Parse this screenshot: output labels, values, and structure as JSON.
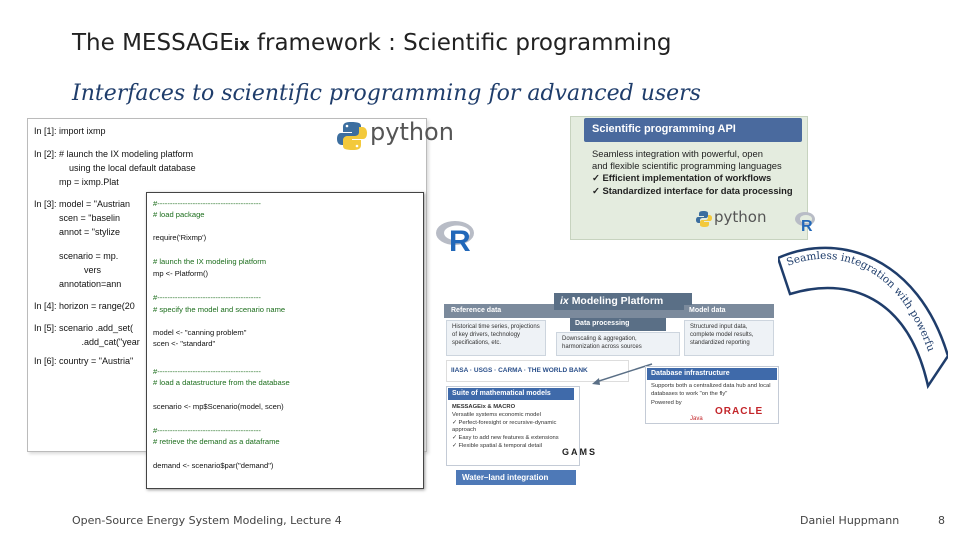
{
  "slide": {
    "title_main": "The MESSAGE",
    "title_sub": "ix",
    "title_rest": " framework : Scientific programming",
    "subtitle": "Interfaces to scientific programming for advanced users"
  },
  "python_notebook": {
    "lines": [
      "In [1]: import ixmp",
      "In [2]: # launch the IX modeling platform",
      "              using the local default database",
      "          mp = ixmp.Plat",
      "In [3]: model = \"Austrian",
      "          scen = \"baselin",
      "          annot = \"stylize",
      "          scenario = mp.",
      "                    vers",
      "          annotation=ann",
      "In [4]: horizon = range(20",
      "In [5]: scenario .add_set(",
      "                   .add_cat(\"year",
      "In [6]: country = \"Austria\""
    ]
  },
  "r_script": {
    "lines": [
      "#-----------------------------------------",
      "# load package",
      "",
      "require('Rixmp')",
      "",
      "# launch the IX modeling platform",
      "mp <- Platform()",
      "",
      "#-----------------------------------------",
      "# specify the model and scenario name",
      "",
      "model <- \"canning problem\"",
      "scen <- \"standard\"",
      "",
      "#-----------------------------------------",
      "# load a datastructure from the database",
      "",
      "scenario <- mp$Scenario(model, scen)",
      "",
      "#-----------------------------------------",
      "# retrieve the demand as a dataframe",
      "",
      "demand <- scenario$par(\"demand\")"
    ]
  },
  "python_logo": {
    "text": "python"
  },
  "r_logo": {
    "text": "R"
  },
  "api_panel": {
    "header": "Scientific programming API",
    "line1": "Seamless integration with powerful, open",
    "line2": "and flexible scientific programming languages",
    "check1": "✓ Efficient implementation of workflows",
    "check2": "✓ Standardized interface for data processing",
    "python_label": "python",
    "r_label": "R"
  },
  "platform": {
    "title_prefix": "ix",
    "title": "Modeling Platform",
    "ref_head": "Reference data",
    "ref_body": "Historical time series, projections of key drivers, technology specifications, etc.",
    "proc_head": "Data processing",
    "proc_body": "Downscaling & aggregation, harmonization across sources",
    "model_head": "Model data",
    "model_body": "Structured input data, complete model results, standardized reporting",
    "logos": "IIASA  ·  USGS  ·  CARMA  ·  THE WORLD BANK",
    "suite_head": "Suite of mathematical models",
    "suite_title": "MESSAGEix & MACRO",
    "suite_desc": "Versatile systems economic model",
    "suite_chk1": "✓ Perfect-foresight or recursive-dynamic approach",
    "suite_chk2": "✓ Easy to add new features & extensions",
    "suite_chk3": "✓ Flexible spatial & temporal detail",
    "gams": "GAMS",
    "db_head": "Database infrastructure",
    "db_body": "Supports both a centralized data hub and local databases to work \"on the fly\"",
    "db_powered": "Powered by",
    "oracle": "ORACLE",
    "java": "Java",
    "water_land": "Water–land integration"
  },
  "ribbon": {
    "text": "Seamless integration with powerful scientific programming"
  },
  "footer": {
    "left": "Open-Source Energy System Modeling, Lecture 4",
    "author": "Daniel Huppmann",
    "page": "8"
  },
  "colors": {
    "title": "#222222",
    "subtitle": "#1f3d6b",
    "api_bg": "#e4ecdf",
    "api_head": "#4a6a9e",
    "platform_bar": "#7b8a9c",
    "box_head": "#3f6aaa",
    "oracle_red": "#c3252a"
  }
}
